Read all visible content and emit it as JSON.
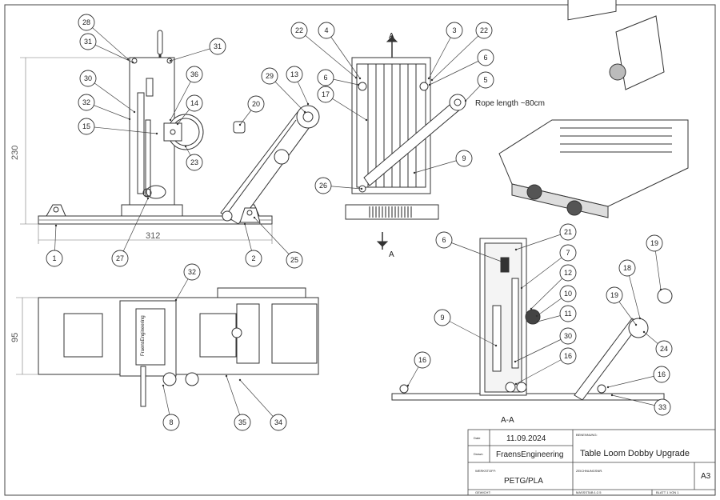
{
  "title_block": {
    "date_label": "Date",
    "date_value": "11.09.2024",
    "drawn_label": "Drawn",
    "drawn_value": "FraensEngineering",
    "designation_label": "BENENNUNG:",
    "designation_value": "Table Loom Dobby Upgrade",
    "material_label": "WERKSTOFF:",
    "material_value": "PETG/PLA",
    "drawing_no_label": "ZEICHNUNGSNR.",
    "sheet_size": "A3",
    "weight_label": "GEWICHT:",
    "scale_label": "MASSSTAB:1:2.5",
    "sheet_label": "BLATT 1 VON 1"
  },
  "annotations": {
    "rope_length": "Rope length ~80cm",
    "section_view": "A-A",
    "section_marker_top": "A",
    "section_marker_bottom": "A",
    "vertical_logo": "FraensEngineering"
  },
  "dimensions": {
    "height": "230",
    "width": "312",
    "depth": "95"
  },
  "balloons": [
    {
      "n": "28"
    },
    {
      "n": "31"
    },
    {
      "n": "31"
    },
    {
      "n": "30"
    },
    {
      "n": "36"
    },
    {
      "n": "32"
    },
    {
      "n": "14"
    },
    {
      "n": "15"
    },
    {
      "n": "23"
    },
    {
      "n": "1"
    },
    {
      "n": "27"
    },
    {
      "n": "2"
    },
    {
      "n": "25"
    },
    {
      "n": "29"
    },
    {
      "n": "13"
    },
    {
      "n": "20"
    },
    {
      "n": "22"
    },
    {
      "n": "4"
    },
    {
      "n": "3"
    },
    {
      "n": "22"
    },
    {
      "n": "6"
    },
    {
      "n": "6"
    },
    {
      "n": "5"
    },
    {
      "n": "17"
    },
    {
      "n": "9"
    },
    {
      "n": "26"
    },
    {
      "n": "32"
    },
    {
      "n": "8"
    },
    {
      "n": "35"
    },
    {
      "n": "34"
    },
    {
      "n": "6"
    },
    {
      "n": "21"
    },
    {
      "n": "7"
    },
    {
      "n": "12"
    },
    {
      "n": "10"
    },
    {
      "n": "11"
    },
    {
      "n": "9"
    },
    {
      "n": "30"
    },
    {
      "n": "16"
    },
    {
      "n": "16"
    },
    {
      "n": "16"
    },
    {
      "n": "33"
    },
    {
      "n": "19"
    },
    {
      "n": "18"
    },
    {
      "n": "19"
    },
    {
      "n": "24"
    }
  ]
}
